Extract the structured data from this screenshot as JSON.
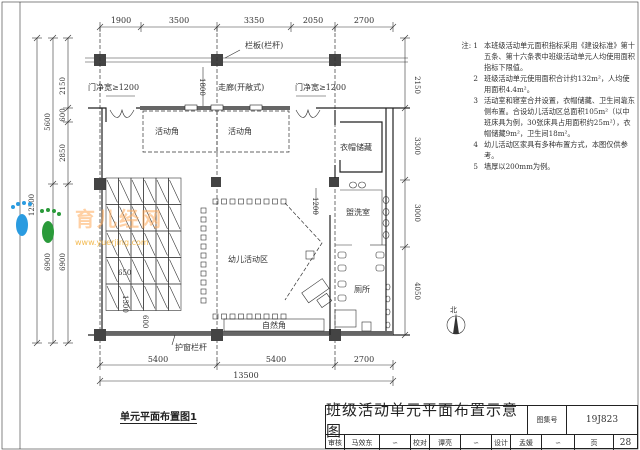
{
  "drawing": {
    "top_dims": [
      "1900",
      "3500",
      "3350",
      "2050",
      "2700"
    ],
    "bottom_dims": [
      "5400",
      "5400",
      "2700"
    ],
    "bottom_total": "13500",
    "left_outer": "12500",
    "left_mid": [
      "5600",
      "6900"
    ],
    "left_inner": [
      "2150",
      "600",
      "2850",
      "6900"
    ],
    "right_dims": [
      "2150",
      "3300",
      "3000",
      "4050"
    ],
    "labels": {
      "railing": "栏板(栏杆)",
      "corridor": "走廊(开敞式)",
      "door_left": "门净宽≥1200",
      "door_right": "门净宽≥1200",
      "corridor_width": "1800",
      "corner1": "活动角",
      "corner2": "活动角",
      "cloakroom": "衣帽储藏",
      "washroom": "盥洗室",
      "toilet": "厕所",
      "activity_area": "幼儿活动区",
      "nature_corner": "自然角",
      "window_railing": "护窗栏杆",
      "wash_gap": "1200",
      "bed_w": "650",
      "bed_l": "1300",
      "bed_gap": "600",
      "north": "北"
    }
  },
  "caption": "单元平面布置图1",
  "notes": [
    {
      "n": "注: 1",
      "text": "本班级活动单元面积指标采用《建设标准》第十五条、第十六条表中班级活动单元人均使用面积指标下限值。"
    },
    {
      "n": "2",
      "text": "班级活动单元使用面积合计约132m²，人均使用面积4.4m²。"
    },
    {
      "n": "3",
      "text": "活动室和寝室合并设置，衣帽储藏、卫生间靠东侧布置。合设幼儿活动区总面积105m²（以中班床具为例，30张床具占用面积约25m²），衣帽储藏9m²，卫生间18m²。"
    },
    {
      "n": "4",
      "text": "幼儿活动区家具有多种布置方式，本图仅供参考。"
    },
    {
      "n": "5",
      "text": "墙厚以200mm为例。"
    }
  ],
  "title_block": {
    "title": "班级活动单元平面布置示意图",
    "atlas_label": "图集号",
    "atlas_no": "19J823",
    "page_label": "页",
    "page_no": "28",
    "review_label": "审核",
    "reviewer": "马效东",
    "check_label": "校对",
    "checker": "谭亮",
    "design_label": "设计",
    "designer": "孟媛"
  },
  "watermark": {
    "text": "育儿经网",
    "url": "www.yuerjing.com",
    "colors": [
      "#2a9be0",
      "#2a9a3a",
      "#ffaa5a"
    ]
  }
}
